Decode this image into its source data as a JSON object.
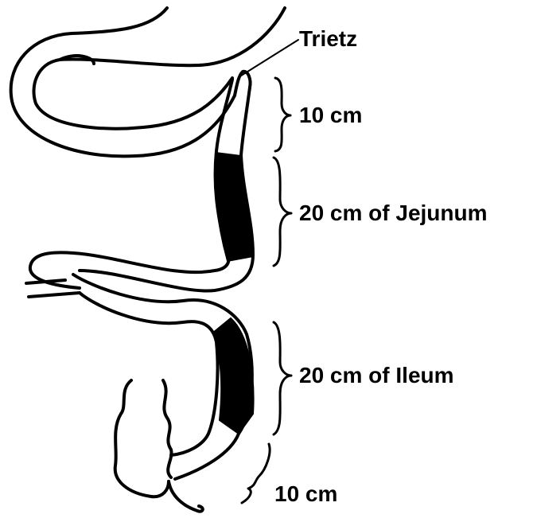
{
  "labels": {
    "trietz": "Trietz",
    "first_segment": "10 cm",
    "jejunum": "20 cm of Jejunum",
    "ileum": "20 cm of Ileum",
    "last_segment": "10 cm"
  }
}
